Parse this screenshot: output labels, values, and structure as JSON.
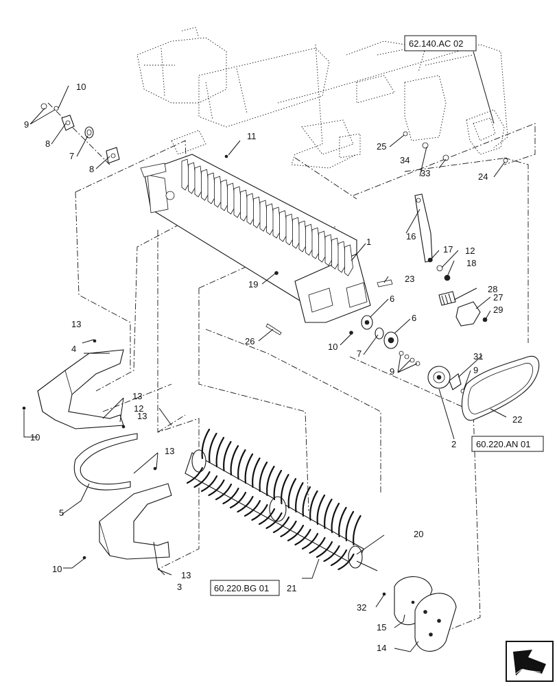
{
  "references": {
    "top_right": "62.140.AC 02",
    "mid_right": "60.220.AN 01",
    "bottom_left": "60.220.BG 01"
  },
  "callouts": [
    "1",
    "2",
    "3",
    "4",
    "5",
    "6",
    "6",
    "7",
    "7",
    "8",
    "8",
    "9",
    "9",
    "9",
    "10",
    "10",
    "10",
    "10",
    "11",
    "12",
    "12",
    "13",
    "13",
    "13",
    "13",
    "13",
    "14",
    "15",
    "16",
    "17",
    "18",
    "19",
    "20",
    "21",
    "22",
    "23",
    "24",
    "25",
    "26",
    "27",
    "28",
    "29",
    "31",
    "32",
    "33",
    "34"
  ],
  "nav_icon": "arrow-navigation-icon"
}
